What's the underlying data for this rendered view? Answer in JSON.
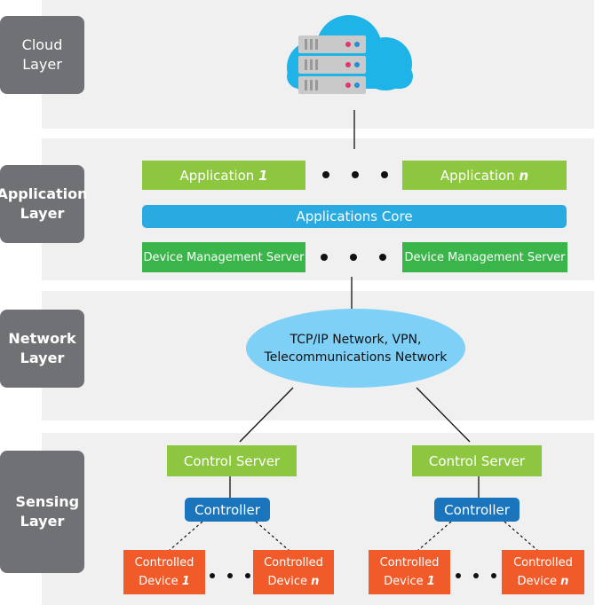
{
  "layers": {
    "cloud": "Cloud Layer",
    "application": "Application Layer",
    "network": "Network Layer",
    "sensing": "Sensing Layer"
  },
  "application_layer": {
    "app_prefix": "Application",
    "app_first_index": "1",
    "app_last_index": "n",
    "core": "Applications Core",
    "dms_left": "Device Management Server",
    "dms_right": "Device Management Server"
  },
  "network_layer": {
    "line1": "TCP/IP Network, VPN,",
    "line2": "Telecommunications Network"
  },
  "sensing_layer": {
    "control_server": "Control Server",
    "controller": "Controller",
    "device_prefix": "Controlled",
    "device_word": "Device",
    "device_first_index": "1",
    "device_last_index": "n"
  },
  "icons": {
    "cloud": "cloud-server-icon"
  },
  "colors": {
    "band": "#f0f0f1",
    "layer_label": "#707175",
    "application": "#8dc63f",
    "core": "#29aae1",
    "device_management": "#39b54a",
    "network": "#7fd0f7",
    "controller": "#1b75bc",
    "device": "#f15a29"
  }
}
